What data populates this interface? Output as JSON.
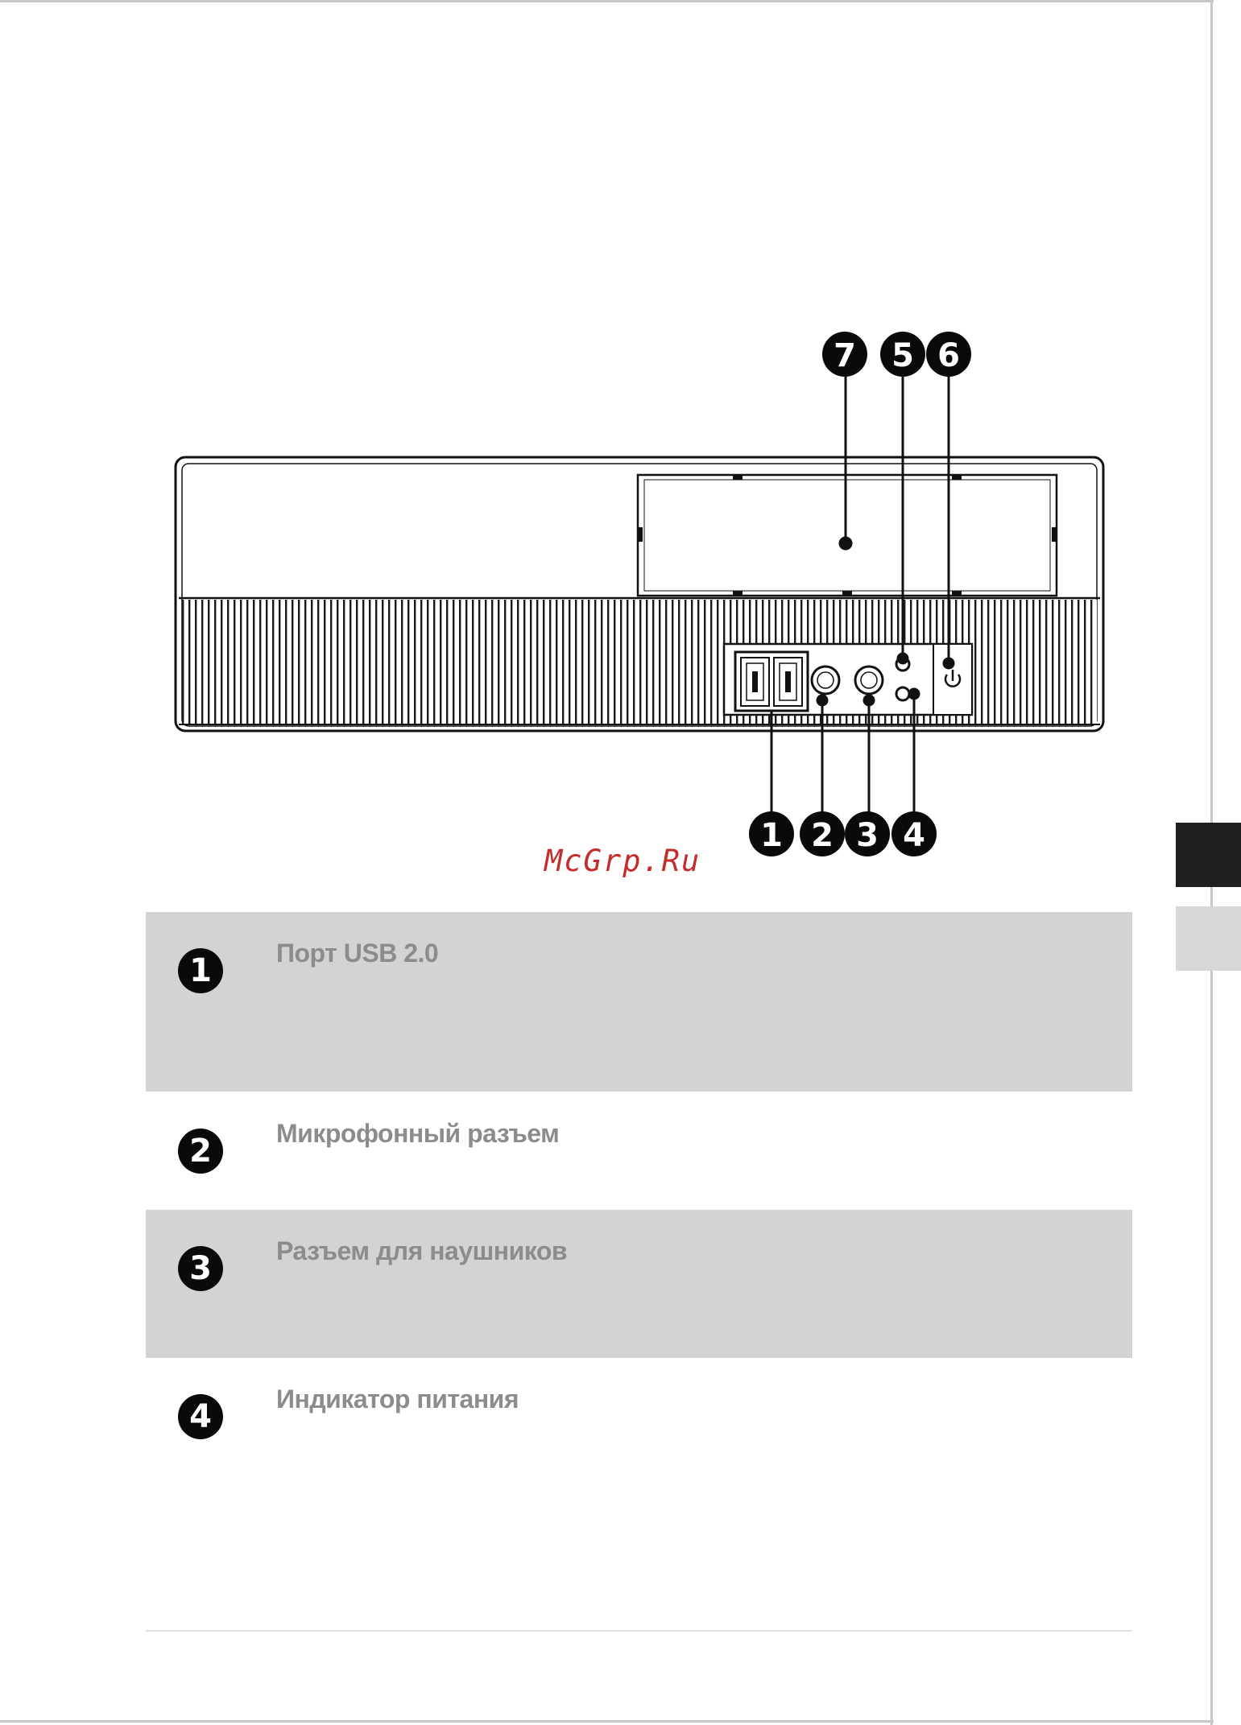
{
  "watermark": "McGrp.Ru",
  "diagram": {
    "callouts_top": [
      "7",
      "5",
      "6"
    ],
    "callouts_bottom": [
      "1",
      "2",
      "3",
      "4"
    ]
  },
  "items": [
    {
      "number": "1",
      "label": "Порт USB 2.0"
    },
    {
      "number": "2",
      "label": "Микрофонный разъем"
    },
    {
      "number": "3",
      "label": "Разъем для наушников"
    },
    {
      "number": "4",
      "label": "Индикатор питания"
    }
  ]
}
